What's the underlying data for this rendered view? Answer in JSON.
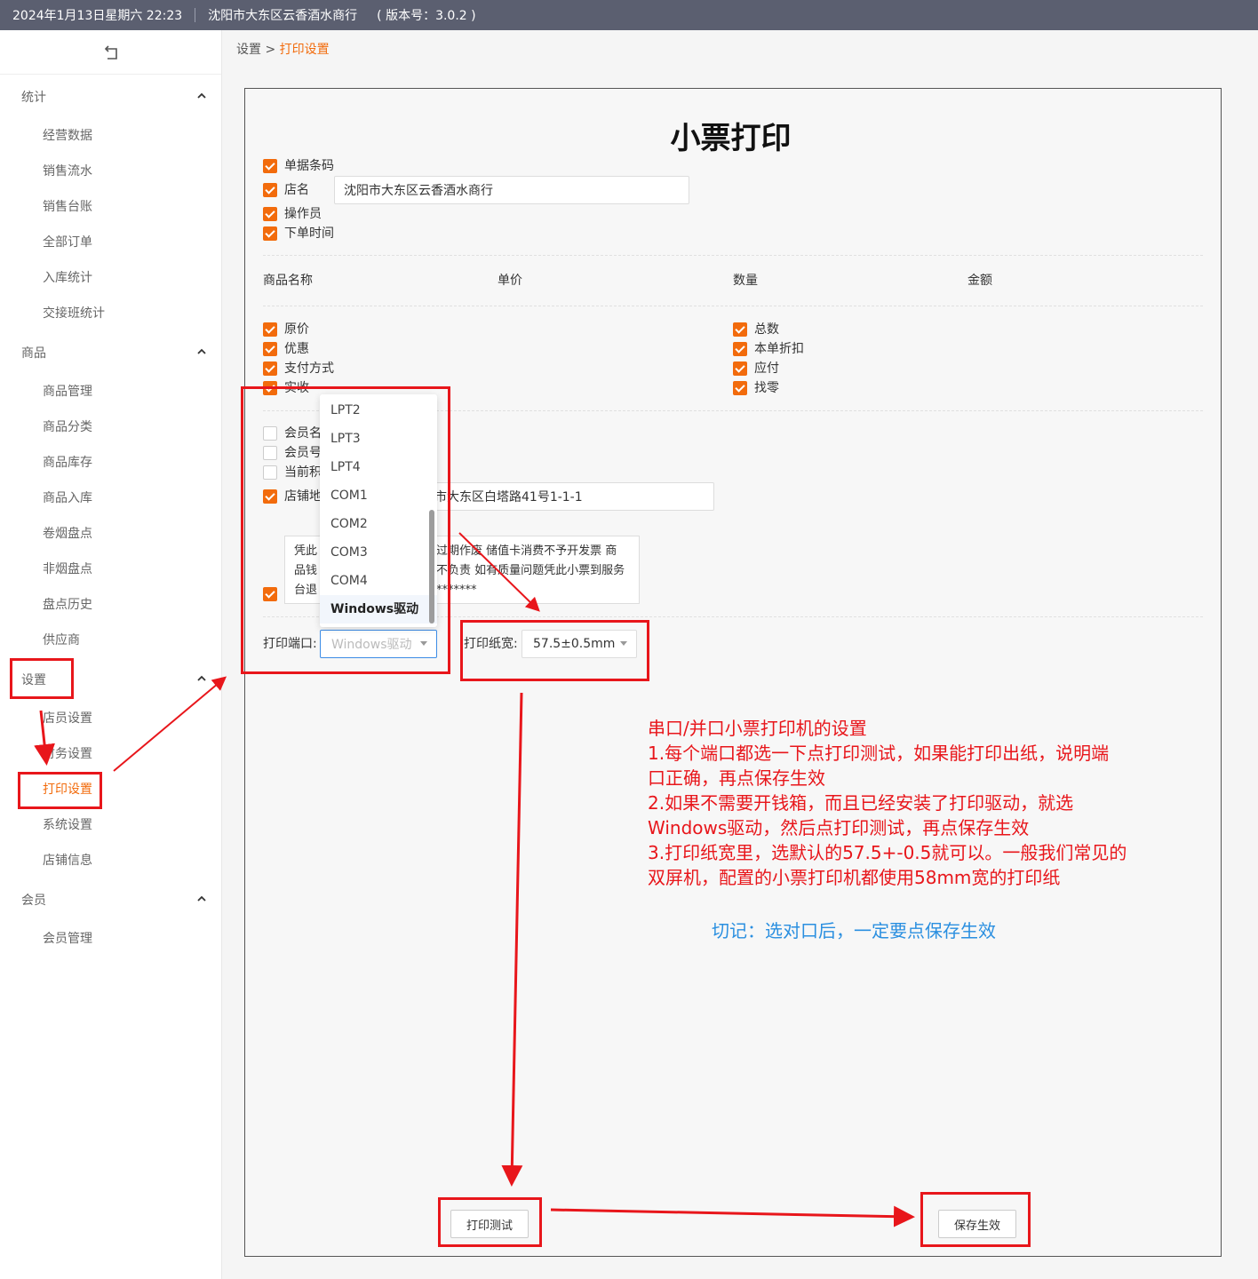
{
  "topbar": {
    "datetime": "2024年1月13日星期六 22:23",
    "store": "沈阳市大东区云香酒水商行",
    "version": "( 版本号：3.0.2 )"
  },
  "sidebar": {
    "groups": [
      {
        "label": "统计",
        "items": [
          "经营数据",
          "销售流水",
          "销售台账",
          "全部订单",
          "入库统计",
          "交接班统计"
        ]
      },
      {
        "label": "商品",
        "items": [
          "商品管理",
          "商品分类",
          "商品库存",
          "商品入库",
          "卷烟盘点",
          "非烟盘点",
          "盘点历史",
          "供应商"
        ]
      },
      {
        "label": "设置",
        "items": [
          "店员设置",
          "财务设置",
          "打印设置",
          "系统设置",
          "店铺信息"
        ]
      },
      {
        "label": "会员",
        "items": [
          "会员管理"
        ]
      }
    ],
    "active_item": "打印设置"
  },
  "breadcrumb": {
    "parent": "设置",
    "sep": ">",
    "current": "打印设置"
  },
  "page": {
    "title": "小票打印",
    "top_options": [
      {
        "label": "单据条码",
        "checked": true
      },
      {
        "label": "店名",
        "checked": true
      },
      {
        "label": "操作员",
        "checked": true
      },
      {
        "label": "下单时间",
        "checked": true
      }
    ],
    "store_name_value": "沈阳市大东区云香酒水商行",
    "columns": [
      "商品名称",
      "单价",
      "数量",
      "金额"
    ],
    "left_options": [
      {
        "label": "原价",
        "checked": true
      },
      {
        "label": "优惠",
        "checked": true
      },
      {
        "label": "支付方式",
        "checked": true
      },
      {
        "label": "实收",
        "checked": true
      }
    ],
    "right_options": [
      {
        "label": "总数",
        "checked": true
      },
      {
        "label": "本单折扣",
        "checked": true
      },
      {
        "label": "应付",
        "checked": true
      },
      {
        "label": "找零",
        "checked": true
      }
    ],
    "member_options": [
      {
        "label": "会员名",
        "checked": false
      },
      {
        "label": "会员号",
        "checked": false
      },
      {
        "label": "当前积",
        "checked": false
      },
      {
        "label": "店铺地",
        "checked": true
      }
    ],
    "address_value": "市大东区白塔路41号1-1-1",
    "footer_text_lines": [
      "凭此小票三天内退换 过期作废  储值卡消费不予开发票  商",
      "品钱款请当面点清 离柜不负责  如有质量问题凭此小票到服务",
      "台退换 ************"
    ],
    "footer_visible_parts": {
      "l1a": "凭此",
      "l1b": "过期作废  储值卡消费不予开发票  商",
      "l2a": "品钱",
      "l2b": "不负责  如有质量问题凭此小票到服务",
      "l3a": "台退",
      "l3b": "*******"
    },
    "port_label": "打印端口:",
    "port_value": "Windows驱动",
    "port_options": [
      "LPT2",
      "LPT3",
      "LPT4",
      "COM1",
      "COM2",
      "COM3",
      "COM4",
      "Windows驱动"
    ],
    "paper_label": "打印纸宽:",
    "paper_value": "57.5±0.5mm",
    "test_button": "打印测试",
    "save_button": "保存生效"
  },
  "annotation": {
    "lines": [
      "串口/并口小票打印机的设置",
      "1.每个端口都选一下点打印测试，如果能打印出纸，说明端",
      "口正确，再点保存生效",
      "2.如果不需要开钱箱，而且已经安装了打印驱动，就选",
      "Windows驱动，然后点打印测试，再点保存生效",
      "3.打印纸宽里，选默认的57.5+-0.5就可以。一般我们常见的",
      "双屏机，配置的小票打印机都使用58mm宽的打印纸"
    ],
    "tip": "切记：选对口后，一定要点保存生效",
    "color": "#e8161b",
    "tip_color": "#2a8fe0"
  },
  "colors": {
    "accent": "#f26b0c",
    "topbar": "#5b5f70"
  }
}
